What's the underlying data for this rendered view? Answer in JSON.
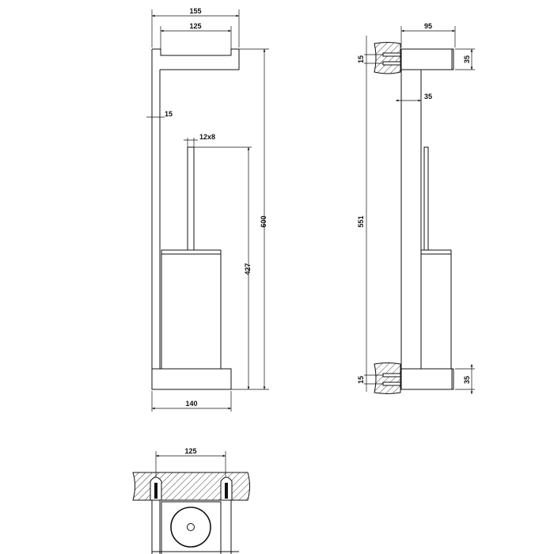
{
  "front_view": {
    "dim_total_width": "155",
    "dim_inner_width": "125",
    "dim_post_thickness": "15",
    "dim_handle": "12x8",
    "dim_brush_height": "427",
    "dim_total_height": "600",
    "dim_base_width": "140"
  },
  "side_view": {
    "dim_depth": "95",
    "dim_top_arm_height": "35",
    "dim_post_depth": "35",
    "dim_fixing_top": "15",
    "dim_fixing_height": "551",
    "dim_fixing_bottom": "15",
    "dim_base_height": "35"
  },
  "plan_view": {
    "dim_fixing_spacing": "125"
  }
}
